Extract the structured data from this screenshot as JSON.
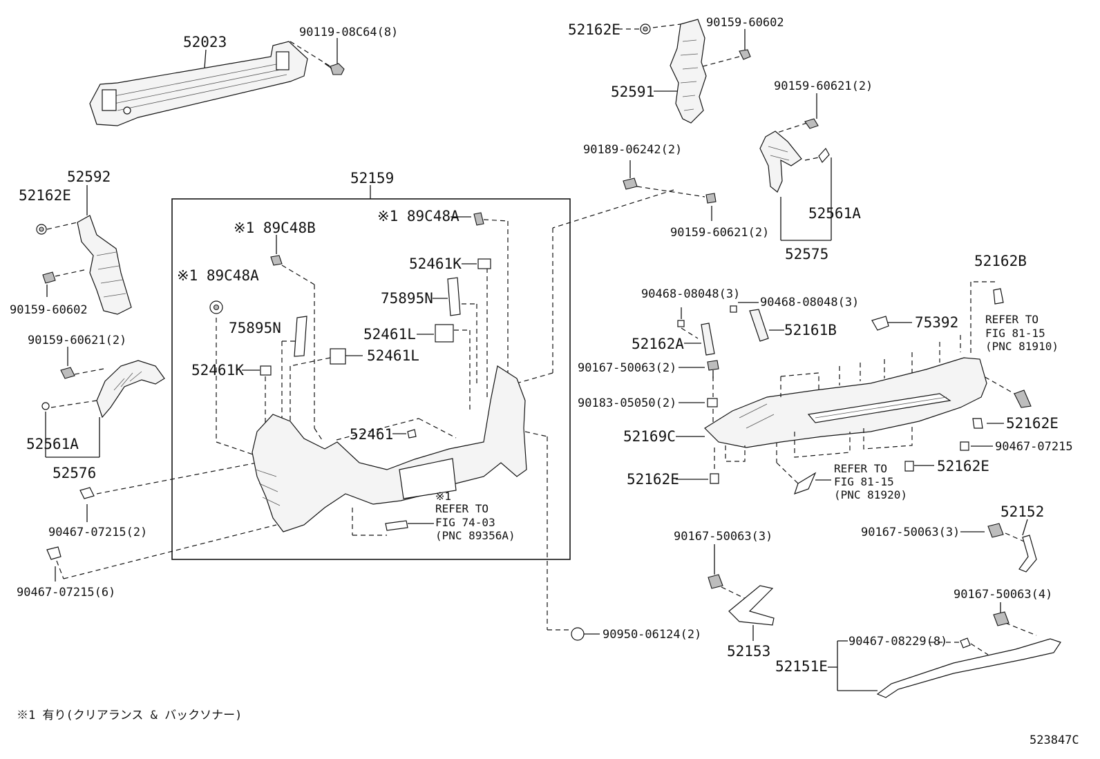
{
  "diagram_code": "523847C",
  "footnote": "※1  有り(クリアランス & バックソナー)",
  "labels": {
    "l52023": "52023",
    "l90119": "90119-08C64(8)",
    "l52162E_a": "52162E",
    "l90159_60602_a": "90159-60602",
    "l52591": "52591",
    "l90159_60621_a": "90159-60621(2)",
    "l90189": "90189-06242(2)",
    "l90159_60621_b": "90159-60621(2)",
    "l52561A_a": "52561A",
    "l52575": "52575",
    "l52159": "52159",
    "l52592": "52592",
    "l52162E_b": "52162E",
    "l90159_60602_b": "90159-60602",
    "l89C48B": "※1 89C48B",
    "l89C48A_a": "※1 89C48A",
    "l89C48A_b": "※1 89C48A",
    "l52461K_a": "52461K",
    "l75895N_a": "75895N",
    "l52461L_a": "52461L",
    "l75895N_b": "75895N",
    "l52461L_b": "52461L",
    "l52461K_b": "52461K",
    "l52461": "52461",
    "l90159_60621_c": "90159-60621(2)",
    "l52561A_b": "52561A",
    "l52576": "52576",
    "l90467_07215_a": "90467-07215(2)",
    "l90467_07215_b": "90467-07215(6)",
    "l90950": "90950-06124(2)",
    "l90468_a": "90468-08048(3)",
    "l90468_b": "90468-08048(3)",
    "l52161B": "52161B",
    "l52162A": "52162A",
    "l75392": "75392",
    "l52162B": "52162B",
    "l90167_a": "90167-50063(2)",
    "l90183": "90183-05050(2)",
    "l52169C": "52169C",
    "l52162E_c": "52162E",
    "l52162E_d": "52162E",
    "l52162E_e": "52162E",
    "l90467_07215_c": "90467-07215",
    "l90167_b": "90167-50063(3)",
    "l90167_c": "90167-50063(3)",
    "l52152": "52152",
    "l90167_d": "90167-50063(4)",
    "l52153": "52153",
    "l90467_08229": "90467-08229(8)",
    "l52151E": "52151E"
  },
  "references": {
    "ref_fig74": [
      "※1",
      "REFER TO",
      "FIG 74-03",
      "(PNC 89356A)"
    ],
    "ref_fig81_a": [
      "REFER TO",
      "FIG 81-15",
      "(PNC 81910)"
    ],
    "ref_fig81_b": [
      "REFER TO",
      "FIG 81-15",
      "(PNC 81920)"
    ]
  }
}
